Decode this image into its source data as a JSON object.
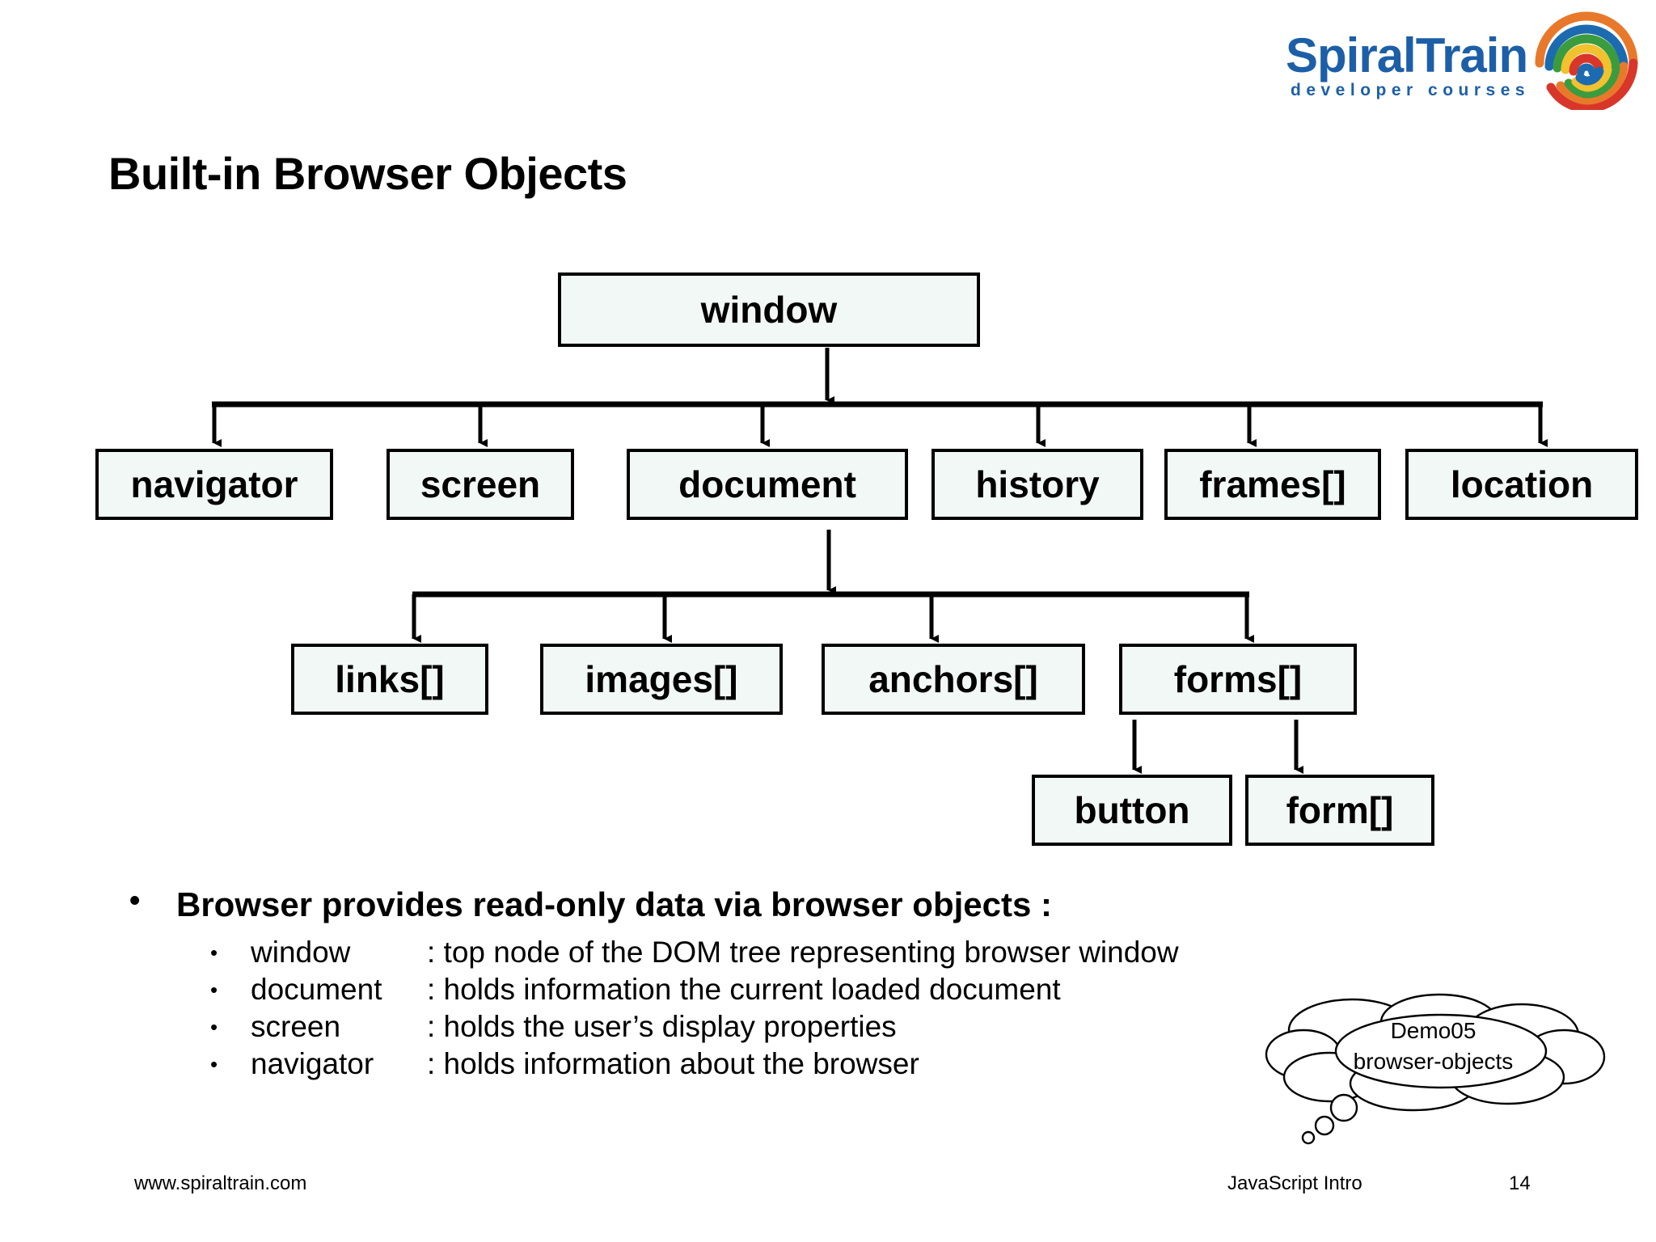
{
  "brand": {
    "wordmark": "SpiralTrain",
    "tagline": "developer courses",
    "colors": {
      "blue": "#1c5fa8",
      "spiral_orange": "#e8792b",
      "spiral_green": "#3a9c3f",
      "spiral_yellow": "#f2c12e",
      "spiral_red": "#d8362a",
      "spiral_blue": "#1c6bb0"
    }
  },
  "title": "Built-in Browser Objects",
  "diagram": {
    "type": "tree",
    "node_fill": "#f2f8f5",
    "node_border": "#000000",
    "nodes": {
      "window": "window",
      "navigator": "navigator",
      "screen": "screen",
      "document": "document",
      "history": "history",
      "frames": "frames[]",
      "location": "location",
      "links": "links[]",
      "images": "images[]",
      "anchors": "anchors[]",
      "forms": "forms[]",
      "button": "button",
      "form": "form[]"
    },
    "edges": [
      {
        "from": "window",
        "to": "navigator"
      },
      {
        "from": "window",
        "to": "screen"
      },
      {
        "from": "window",
        "to": "document"
      },
      {
        "from": "window",
        "to": "history"
      },
      {
        "from": "window",
        "to": "frames"
      },
      {
        "from": "window",
        "to": "location"
      },
      {
        "from": "document",
        "to": "links"
      },
      {
        "from": "document",
        "to": "images"
      },
      {
        "from": "document",
        "to": "anchors"
      },
      {
        "from": "document",
        "to": "forms"
      },
      {
        "from": "forms",
        "to": "button"
      },
      {
        "from": "forms",
        "to": "form"
      }
    ]
  },
  "bullets": {
    "main": "Browser provides read-only data via browser objects :",
    "items": [
      {
        "term": "window",
        "desc": ":  top node of the DOM tree representing browser window"
      },
      {
        "term": "document",
        "desc": ": holds information the current loaded document"
      },
      {
        "term": "screen",
        "desc": ": holds the user’s display properties"
      },
      {
        "term": "navigator",
        "desc": ": holds information about the browser"
      }
    ]
  },
  "cloud": {
    "line1": "Demo05",
    "line2": "browser-objects"
  },
  "footer": {
    "site": "www.spiraltrain.com",
    "course": "JavaScript Intro",
    "page": "14"
  }
}
